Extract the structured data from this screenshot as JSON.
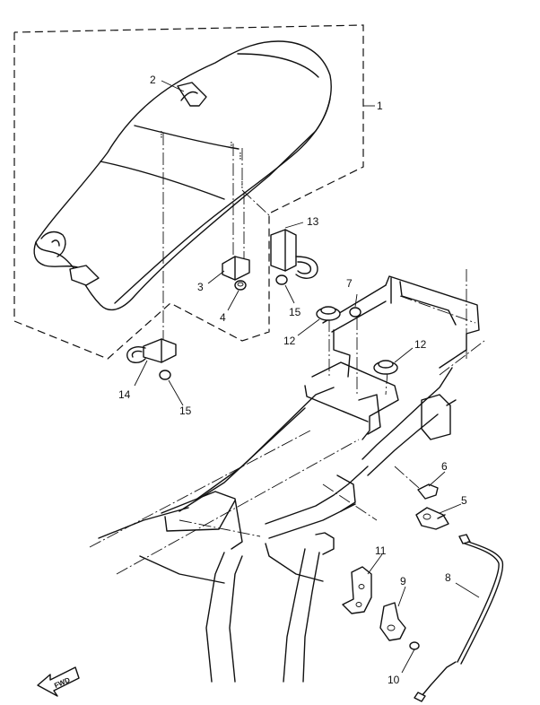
{
  "diagram": {
    "callouts": [
      "1",
      "2",
      "3",
      "4",
      "5",
      "6",
      "7",
      "8",
      "9",
      "10",
      "11",
      "12",
      "12",
      "13",
      "14",
      "15",
      "15"
    ],
    "fwd_label": "FWD"
  },
  "colors": {
    "ink": "#111111",
    "paper": "#ffffff"
  }
}
